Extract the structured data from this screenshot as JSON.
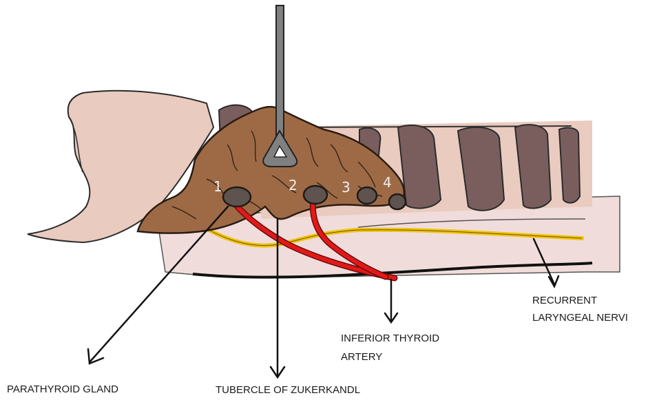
{
  "colors": {
    "gland": "#9e6a46",
    "gland_outline": "#2a1c12",
    "parathyroid": "#5e534f",
    "artery": "#e11919",
    "nerve": "#f0c30a",
    "trachea_soft": "#f1dcdc",
    "trachea_ring": "#7a5e5e",
    "cartilage": "#e9cbbf",
    "retractor": "#808080"
  },
  "markers": [
    "1",
    "2",
    "3",
    "4"
  ],
  "labels": {
    "parathyroid": "PARATHYROID GLAND",
    "tubercle": "TUBERCLE OF ZUKERKANDL",
    "artery_line1": "INFERIOR THYROID",
    "artery_line2": "ARTERY",
    "nerve_line1": "RECURRENT",
    "nerve_line2": "LARYNGEAL NERVI"
  }
}
